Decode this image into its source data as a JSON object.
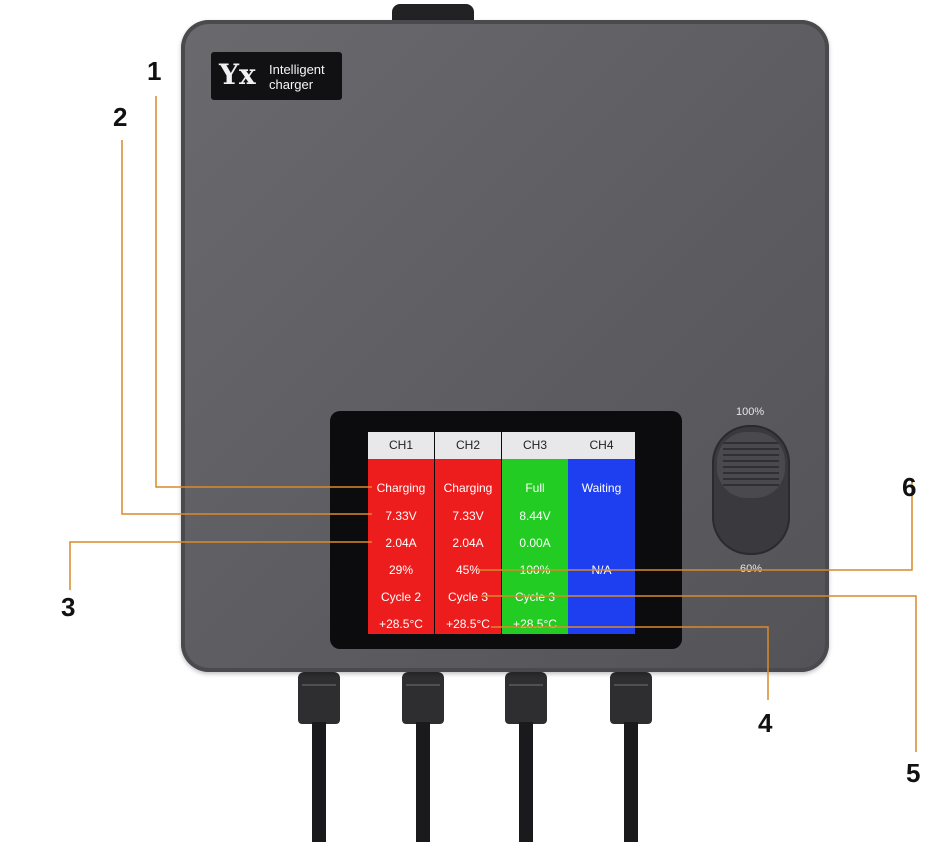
{
  "device": {
    "logo_mark": "Yx",
    "logo_line1": "Intelligent",
    "logo_line2": "charger",
    "slider_top_label": "100%",
    "slider_bottom_label": "60%"
  },
  "channels": [
    {
      "name": "CH1",
      "status": "Charging",
      "voltage": "7.33V",
      "current": "2.04A",
      "percent": "29%",
      "cycle": "Cycle 2",
      "temp": "+28.5°C",
      "color": "#ee1d1d"
    },
    {
      "name": "CH2",
      "status": "Charging",
      "voltage": "7.33V",
      "current": "2.04A",
      "percent": "45%",
      "cycle": "Cycle 3",
      "temp": "+28.5°C",
      "color": "#ee1d1d"
    },
    {
      "name": "CH3",
      "status": "Full",
      "voltage": "8.44V",
      "current": "0.00A",
      "percent": "100%",
      "cycle": "Cycle 3",
      "temp": "+28.5°C",
      "color": "#22cc22"
    },
    {
      "name": "CH4",
      "status": "Waiting",
      "voltage": "",
      "current": "",
      "percent": "N/A",
      "cycle": "",
      "temp": "",
      "color": "#1e3ff0"
    }
  ],
  "callouts": [
    "1",
    "2",
    "3",
    "4",
    "5",
    "6"
  ],
  "colors": {
    "callout_line": "#d98a2a"
  }
}
